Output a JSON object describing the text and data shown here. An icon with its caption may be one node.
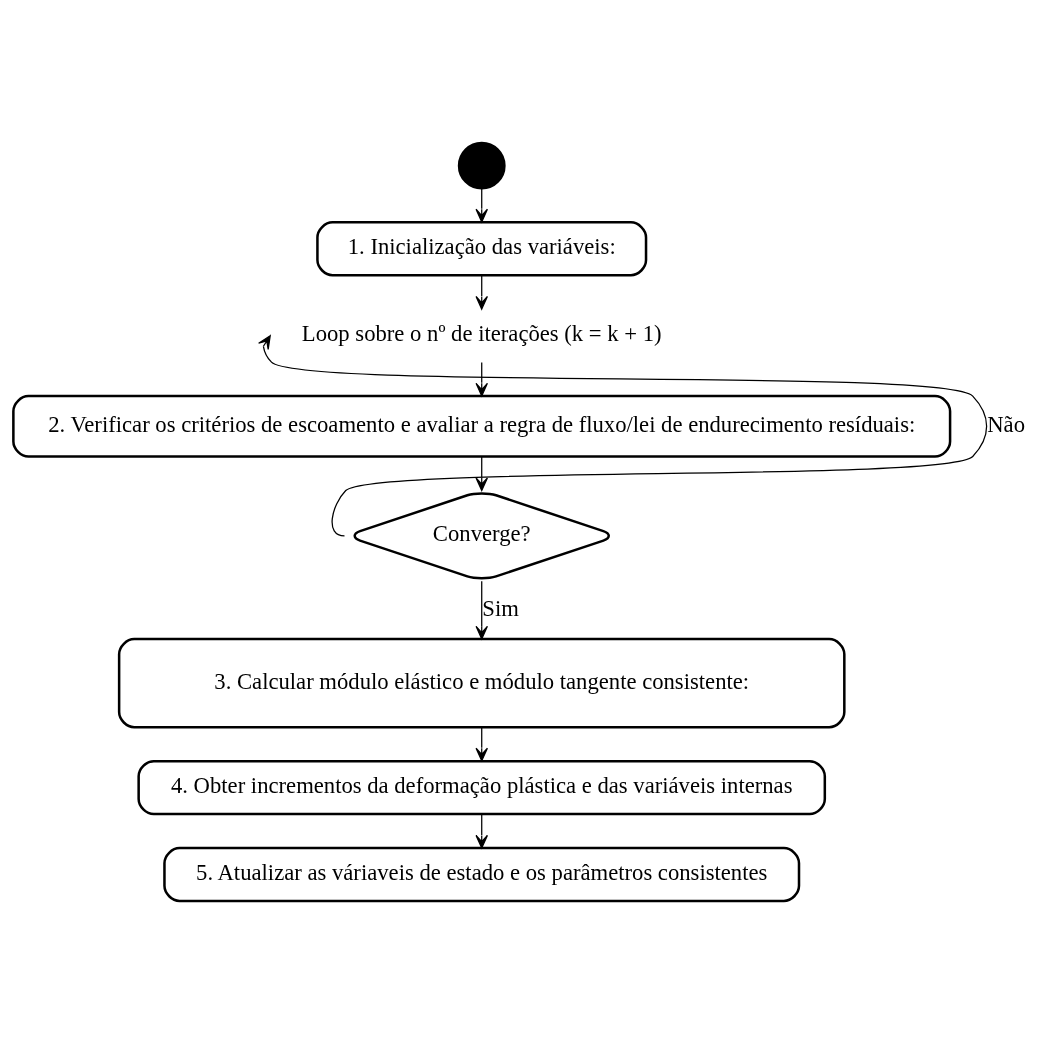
{
  "diagram": {
    "nodes": [
      {
        "text": [],
        "shape": "circle"
      },
      {
        "text": [
          "1. Inicialização das variáveis:"
        ]
      },
      {
        "text": [
          "Loop sobre o nº de iterações (k = k + 1)"
        ]
      },
      {
        "text": [
          "2. Verificar os critérios de escoamento e avaliar a regra de fluxo/lei de endurecimento resíduais:"
        ]
      },
      {
        "text": [
          "Converge?"
        ]
      },
      {
        "text": [
          "3. Calcular módulo elástico e módulo tangente consistente:"
        ]
      },
      {
        "text": [
          "4. Obter incrementos da deformação plástica e das variáveis internas"
        ]
      },
      {
        "text": [
          "5. Atualizar as váriaveis de estado e os parâmetros consistentes"
        ]
      }
    ],
    "edges": [
      {
        "from": 0,
        "to": 1,
        "arrow": "to"
      },
      {
        "from": 1,
        "to": 2,
        "arrow": "to"
      },
      {
        "from": 2,
        "to": 3,
        "arrow": "to"
      },
      {
        "from": 3,
        "to": 4,
        "arrow": "to"
      },
      {
        "from": 4,
        "to": 2,
        "label": "Não",
        "arrow": "to"
      },
      {
        "from": 4,
        "to": 5,
        "label": "Sim",
        "arrow": "to"
      },
      {
        "from": 5,
        "to": 6,
        "arrow": "to"
      },
      {
        "from": 6,
        "to": 7,
        "arrow": "to"
      }
    ]
  }
}
